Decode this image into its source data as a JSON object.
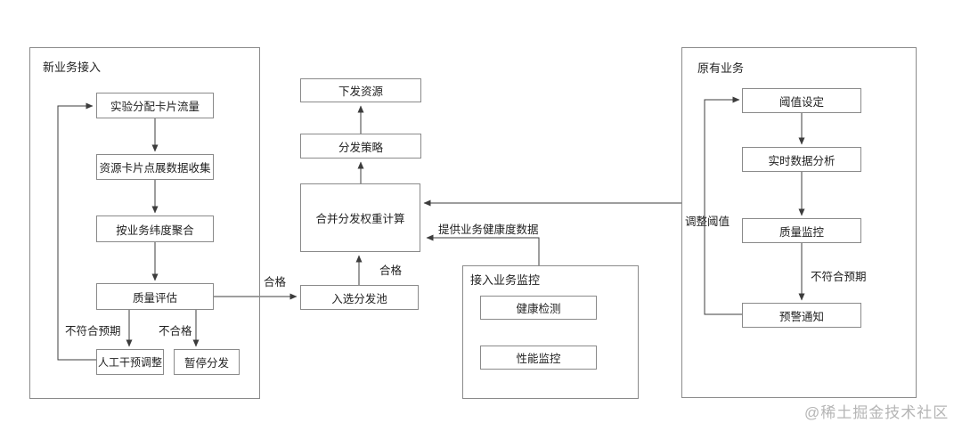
{
  "watermark": "@稀土掘金技术社区",
  "colors": {
    "line": "#3c3c3c",
    "box_border": "#8a8a8a",
    "background": "#ffffff",
    "watermark": "#b5b5b5"
  },
  "groups": {
    "new_business": {
      "title": "新业务接入",
      "nodes": {
        "allocate_traffic": "实验分配卡片流量",
        "collect_data": "资源卡片点展数据收集",
        "aggregate": "按业务纬度聚合",
        "quality_eval": "质量评估",
        "manual_adjust": "人工干预调整",
        "pause_dispatch": "暂停分发"
      },
      "labels": {
        "not_expected": "不符合预期",
        "unqualified": "不合格",
        "qualified": "合格"
      }
    },
    "pipeline": {
      "nodes": {
        "deliver_resource": "下发资源",
        "dispatch_strategy": "分发策略",
        "merge_weight": "合并分发权重计算",
        "selected_pool": "入选分发池"
      },
      "labels": {
        "qualified": "合格",
        "health_data": "提供业务健康度数据"
      }
    },
    "monitor": {
      "title": "接入业务监控",
      "nodes": {
        "health_check": "健康检测",
        "perf_monitor": "性能监控"
      }
    },
    "existing": {
      "title": "原有业务",
      "nodes": {
        "threshold": "阈值设定",
        "realtime_analysis": "实时数据分析",
        "quality_monitor": "质量监控",
        "alert_notify": "预警通知"
      },
      "labels": {
        "adjust_threshold": "调整阈值",
        "not_expected": "不符合预期"
      }
    }
  }
}
